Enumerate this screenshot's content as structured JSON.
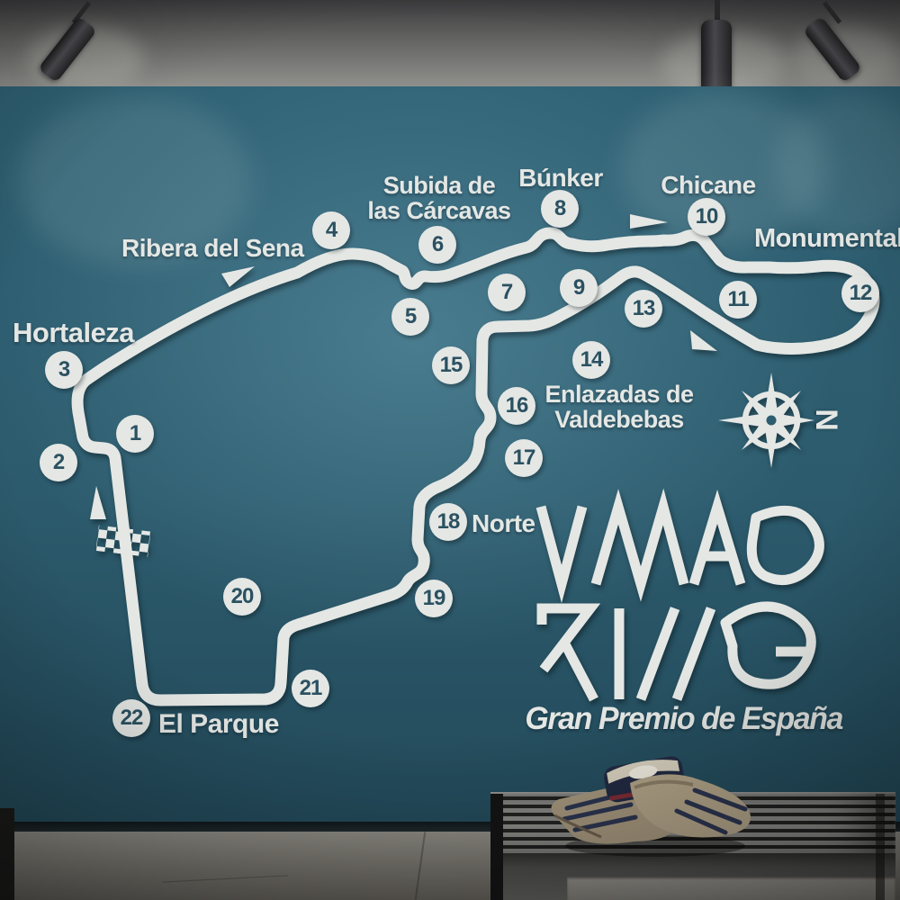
{
  "mural": {
    "title_brand": "MADRING",
    "subtitle": "Gran Premio de España",
    "compass_letter": "N",
    "corner_numbers": [
      "1",
      "2",
      "3",
      "4",
      "5",
      "6",
      "7",
      "8",
      "9",
      "10",
      "11",
      "12",
      "13",
      "14",
      "15",
      "16",
      "17",
      "18",
      "19",
      "20",
      "21",
      "22"
    ],
    "labels": {
      "hortaleza": "Hortaleza",
      "ribera": "Ribera del Sena",
      "subida_1": "Subida de",
      "subida_2": "las Cárcavas",
      "bunker": "Búnker",
      "chicane": "Chicane",
      "monumental": "Monumental",
      "enlazadas_1": "Enlazadas de",
      "enlazadas_2": "Valdebebas",
      "norte": "Norte",
      "el_parque": "El Parque"
    },
    "colors": {
      "wall": "#2e5d6f",
      "decal": "#e4e7e4",
      "number_text": "#2b5161"
    }
  }
}
